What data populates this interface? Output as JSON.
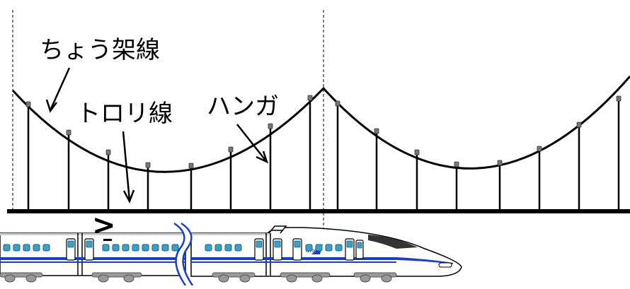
{
  "labels": {
    "messenger_wire": "ちょう架線",
    "contact_wire": "トロリ線",
    "hanger": "ハンガ",
    "direction_mark": ">"
  },
  "colors": {
    "wire": "#000000",
    "train_body": "#ffffff",
    "train_stripe": "#1a3fc4",
    "window": "#3aa0c8",
    "break_line": "#1a3fc4",
    "bogie": "#9a9a9a"
  }
}
